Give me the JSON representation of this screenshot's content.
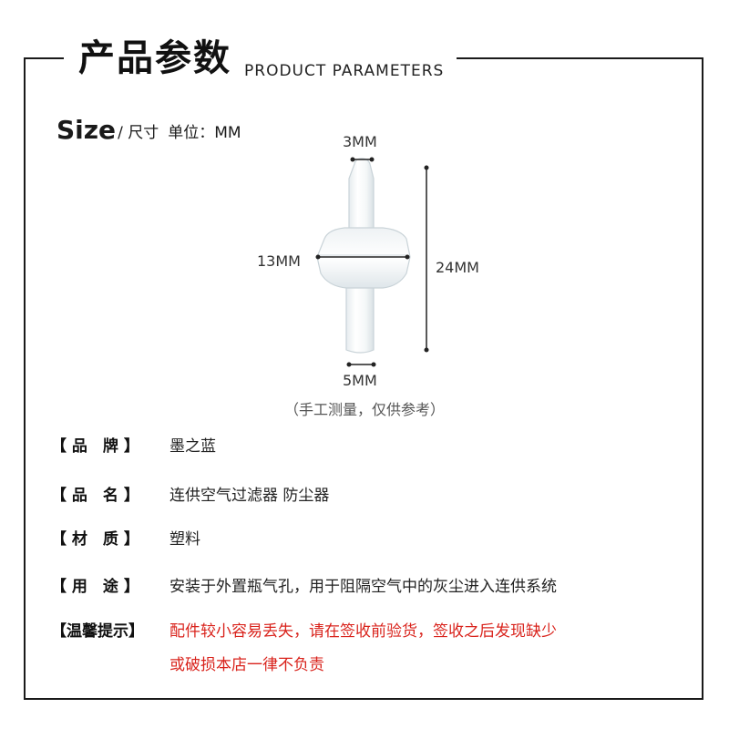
{
  "header": {
    "title_zh": "产品参数",
    "title_en": "PRODUCT PARAMETERS"
  },
  "size": {
    "label": "Size",
    "sub": "/ 尺寸",
    "unit": "单位：MM"
  },
  "dimensions": {
    "top_width": "3MM",
    "body_width": "13MM",
    "total_height": "24MM",
    "bottom_width": "5MM"
  },
  "note": "（手工测量，仅供参考）",
  "specs": [
    {
      "label": "【 品　牌 】",
      "value": "墨之蓝"
    },
    {
      "label": "【 品　名 】",
      "value": "连供空气过滤器 防尘器"
    },
    {
      "label": "【 材　质 】",
      "value": "塑料"
    },
    {
      "label": "【 用　途 】",
      "value": "安装于外置瓶气孔，用于阻隔空气中的灰尘进入连供系统"
    }
  ],
  "warning": {
    "label": "【温馨提示】",
    "lines": [
      "配件较小容易丢失，请在签收前验货，签收之后发现缺少",
      "或破损本店一律不负责"
    ],
    "color": "#d9231c"
  }
}
